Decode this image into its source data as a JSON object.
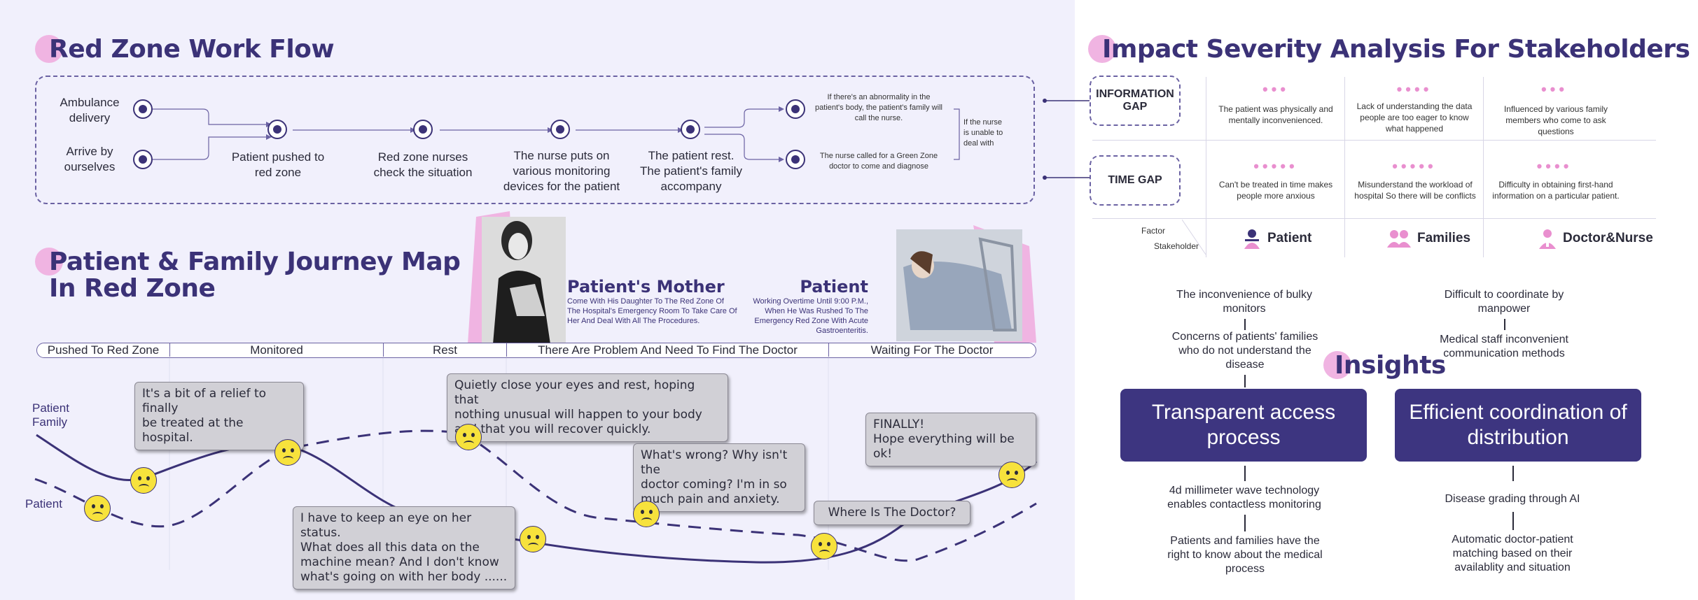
{
  "workflow": {
    "title": "Red Zone Work Flow",
    "entries": [
      "Ambulance delivery",
      "Arrive by ourselves"
    ],
    "steps": [
      "Patient pushed to red zone",
      "Red zone nurses check the situation",
      "The nurse puts on various monitoring devices for the patient",
      "The patient rest. The patient's family accompany"
    ],
    "branch_top": "If there's an abnormality in the patient's body, the patient's family will call the nurse.",
    "branch_bottom": "The nurse called for a Green Zone doctor to come and diagnose",
    "branch_note": "If the nurse is unable to deal with"
  },
  "impact": {
    "title": "Impact Severity Analysis For Stakeholders",
    "rows": [
      {
        "label": "INFORMATION GAP",
        "cells": [
          {
            "text": "The patient was physically and mentally inconvenienced.",
            "severity": 3
          },
          {
            "text": "Lack of understanding the data people are too eager to know what happened",
            "severity": 4
          },
          {
            "text": "Influenced by various family members who come to ask questions",
            "severity": 3
          }
        ]
      },
      {
        "label": "TIME GAP",
        "cells": [
          {
            "text": "Can't be treated in time makes people more anxious",
            "severity": 5
          },
          {
            "text": "Misunderstand the workload of hospital So there will be conflicts",
            "severity": 5
          },
          {
            "text": "Difficulty in obtaining first-hand information on a particular patient.",
            "severity": 4
          }
        ]
      }
    ],
    "factor_label": "Factor",
    "stakeholder_label": "Stakeholder",
    "stakeholders": [
      "Patient",
      "Families",
      "Doctor&Nurse"
    ],
    "accent_color": "#e98fcf",
    "primary_color": "#3b3277"
  },
  "journey": {
    "title_line1": "Patient & Family Journey Map",
    "title_line2": "In Red Zone",
    "mother_name": "Patient's Mother",
    "mother_desc": "Come With His Daughter To The Red Zone Of The Hospital's Emergency Room To Take Care Of Her And Deal With All The Procedures.",
    "patient_name": "Patient",
    "patient_desc": "Working Overtime Until 9:00 P.M., When He Was Rushed To The Emergency Red Zone With Acute Gastroenteritis.",
    "stages": [
      "Pushed To Red Zone",
      "Monitored",
      "Rest",
      "There Are Problem And Need To Find The Doctor",
      "Waiting For The Doctor"
    ],
    "series": [
      "Patient Family",
      "Patient"
    ],
    "bubbles": [
      "It's a bit of a relief to finally\nbe treated at the hospital.",
      "Quietly close your eyes and rest, hoping that\nnothing unusual will happen to your body\nand that you will recover quickly.",
      "What's wrong? Why isn't the\ndoctor coming? I'm in so\nmuch pain and anxiety.",
      "FINALLY!\nHope everything will be ok!",
      "I have to keep an eye on her status.\nWhat does all this data on the\nmachine mean? And I don't know\nwhat's going on with her body ......",
      "Where Is The Doctor?"
    ]
  },
  "insights": {
    "title": "Insights",
    "box1": "Transparent access process",
    "box2": "Efficient coordination of distribution",
    "top1": [
      "The inconvenience of bulky monitors",
      "Concerns of patients' families who do not understand the disease"
    ],
    "top2": [
      "Difficult to coordinate by manpower",
      "Medical staff inconvenient communication methods"
    ],
    "bottom1": [
      "4d millimeter wave technology enables contactless monitoring",
      "Patients and families have the right to know about the medical process"
    ],
    "bottom2": [
      "Disease grading through AI",
      "Automatic doctor-patient matching based on their availablity and situation"
    ]
  }
}
